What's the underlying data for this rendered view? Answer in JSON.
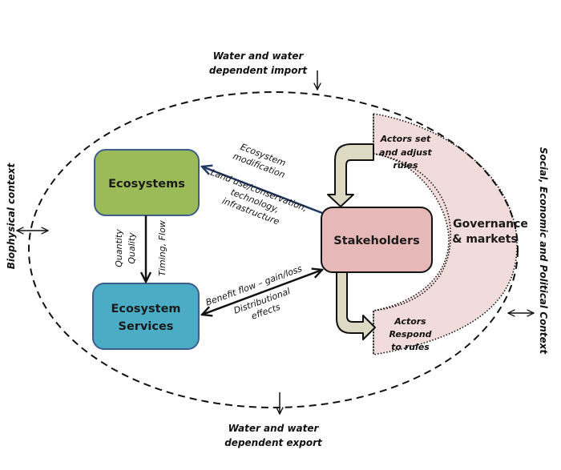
{
  "diagram": {
    "title": "Water ecosystem services, stakeholders and governance framework",
    "colors": {
      "ecosystems_fill": "#9BBB59",
      "ecosystems_stroke": "#3F5E8C",
      "services_fill": "#4BACC6",
      "services_stroke": "#3F5E8C",
      "stakeholders_fill": "#E6B9B8",
      "governance_fill": "#F2DCDB",
      "block_arrow_fill": "#DDD9C3",
      "modification_arrow": "#1F3864",
      "ink": "#111111"
    },
    "nodes": {
      "ecosystems": "Ecosystems",
      "services_line1": "Ecosystem",
      "services_line2": "Services",
      "stakeholders": "Stakeholders",
      "governance_line1": "Governance",
      "governance_line2": "& markets",
      "actors_set_line1": "Actors set",
      "actors_set_line2": "and adjust",
      "actors_set_line3": "rules",
      "actors_respond_line1": "Actors",
      "actors_respond_line2": "Respond",
      "actors_respond_line3": "to rules"
    },
    "edge_labels": {
      "modification_line1": "Ecosystem",
      "modification_line2": "modification",
      "landuse_line1": "Land use/conservation,",
      "landuse_line2": "technology,",
      "landuse_line3": "infrastructure",
      "quantity": "Quantity",
      "quality": "Quality",
      "timing_flow": "Timing, Flow",
      "benefit_flow": "Benefit flow – gain/loss",
      "distributional_line1": "Distributional",
      "distributional_line2": "effects"
    },
    "context_labels": {
      "import_line1": "Water and water",
      "import_line2": "dependent import",
      "export_line1": "Water and water",
      "export_line2": "dependent export",
      "biophysical": "Biophysical context",
      "social": "Social, Economic and Political Context"
    }
  }
}
